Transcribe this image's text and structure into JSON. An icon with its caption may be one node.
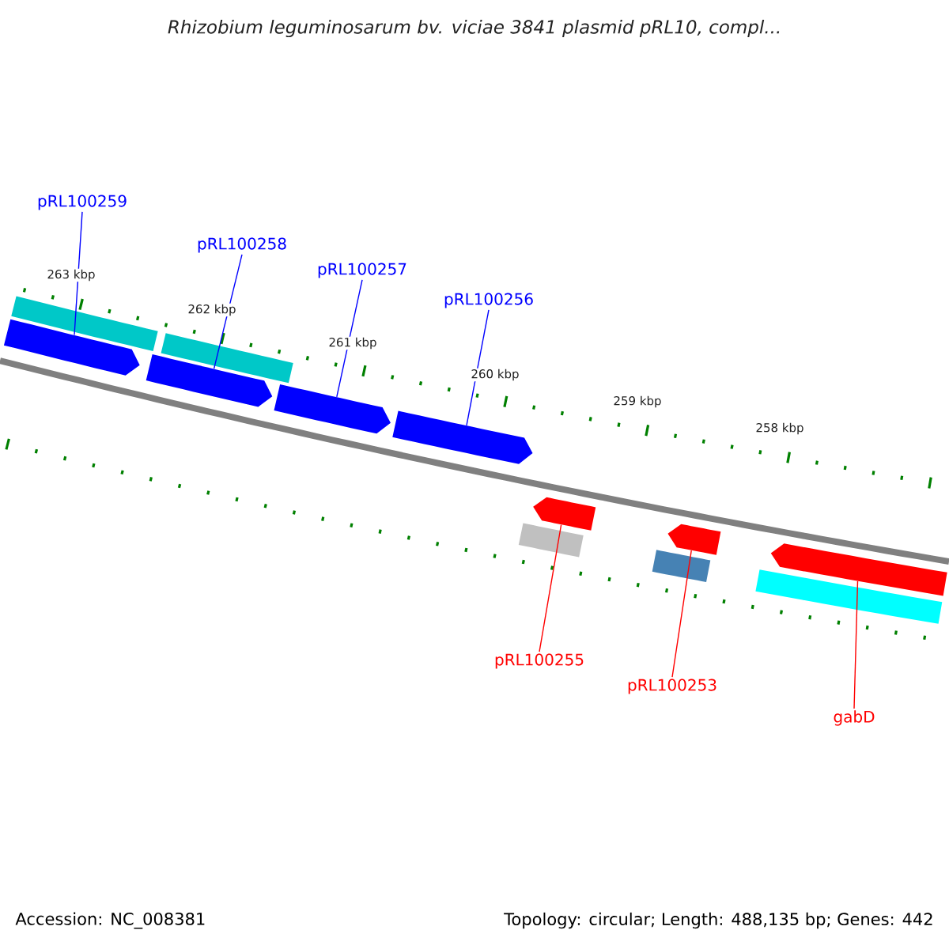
{
  "diagram": {
    "title": "Rhizobium leguminosarum bv. viciae 3841 plasmid pRL10, compl...",
    "nodes": [
      {
        "text": [
          "pRL100259"
        ]
      },
      {
        "text": [
          "pRL100258"
        ]
      },
      {
        "text": [
          "pRL100257"
        ]
      },
      {
        "text": [
          "pRL100256"
        ]
      },
      {
        "text": [],
        "shape": "bar"
      },
      {
        "text": [],
        "shape": "bar"
      },
      {
        "text": [],
        "shape": "bar"
      },
      {
        "text": [],
        "shape": "bar"
      },
      {
        "text": [],
        "shape": "box"
      },
      {
        "text": [],
        "shape": "box"
      },
      {
        "text": [
          "pRL100255"
        ]
      },
      {
        "text": [
          "pRL100253"
        ]
      },
      {
        "text": [
          "gabD"
        ]
      },
      {
        "text": [],
        "shape": "bar"
      },
      {
        "text": [],
        "shape": "bar"
      },
      {
        "text": [],
        "shape": "bar"
      },
      {
        "text": [],
        "shape": "box"
      },
      {
        "text": [],
        "shape": "box"
      },
      {
        "text": [],
        "shape": "box"
      }
    ],
    "edges": [
      {
        "from": 0,
        "to": 4,
        "arrow": "none"
      },
      {
        "from": 1,
        "to": 5,
        "arrow": "none"
      },
      {
        "from": 2,
        "to": 6,
        "arrow": "none"
      },
      {
        "from": 3,
        "to": 7,
        "arrow": "none"
      },
      {
        "from": 10,
        "to": 13,
        "arrow": "none",
        "color": "#ff0000"
      },
      {
        "from": 11,
        "to": 14,
        "arrow": "none",
        "color": "#ff0000"
      },
      {
        "from": 12,
        "to": 15,
        "arrow": "none",
        "color": "#ff0000"
      }
    ],
    "labels": [
      "263 kbp",
      "262 kbp",
      "261 kbp",
      "260 kbp",
      "259 kbp",
      "258 kbp",
      "Accession: NC_008381",
      "Topology: circular; Length: 488,135 bp; Genes: 442"
    ]
  }
}
